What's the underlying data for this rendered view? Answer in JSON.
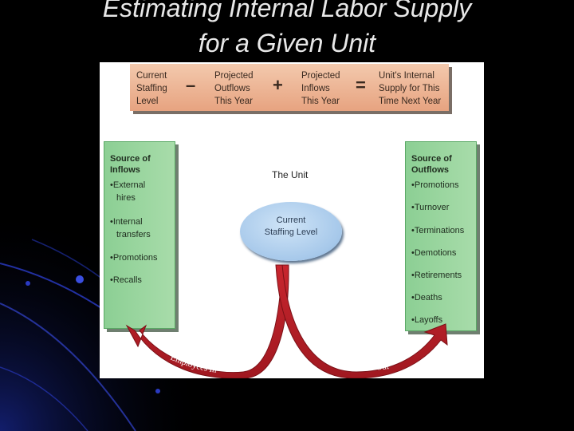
{
  "title": {
    "line1": "Estimating Internal Labor Supply",
    "line2": "for a Given Unit"
  },
  "equation": {
    "term1": [
      "Current",
      "Staffing",
      "Level"
    ],
    "op1": "–",
    "term2": [
      "Projected",
      "Outflows",
      "This Year"
    ],
    "op2": "+",
    "term3": [
      "Projected",
      "Inflows",
      "This Year"
    ],
    "op3": "=",
    "term4": [
      "Unit's Internal",
      "Supply for This",
      "Time Next Year"
    ]
  },
  "inflows": {
    "heading": [
      "Source of",
      "Inflows"
    ],
    "items": [
      "•External",
      "hires",
      "•Internal",
      "transfers",
      "•Promotions",
      "•Recalls"
    ]
  },
  "outflows": {
    "heading": [
      "Source of",
      "Outflows"
    ],
    "items": [
      "•Promotions",
      "•Turnover",
      "•Terminations",
      "•Demotions",
      "•Retirements",
      "•Deaths",
      "•Layoffs"
    ]
  },
  "unit": {
    "label": "The Unit",
    "staffing": [
      "Current",
      "Staffing Level"
    ]
  },
  "arrows": {
    "in_label": "Employees In",
    "out_label": "Employees Out"
  },
  "colors": {
    "background": "#000000",
    "equation_bar": "#e9ab88",
    "side_boxes": "#9dd6a0",
    "staffing_ellipse": "#a6c8ea",
    "arrow": "#b2202a",
    "arrow_text": "#ffffff"
  }
}
